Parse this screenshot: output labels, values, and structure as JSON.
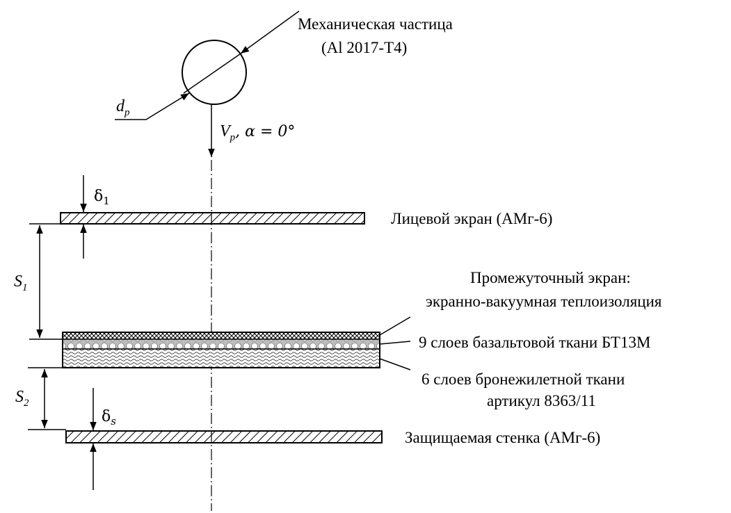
{
  "particle": {
    "title_line1": "Механическая частица",
    "title_line2": "(Al 2017-T4)",
    "diameter_symbol": "d",
    "diameter_sub": "p",
    "velocity_symbol": "V",
    "velocity_sub": "p",
    "velocity_rest": ", α = 0°"
  },
  "front_screen": {
    "label": "Лицевой экран (АМг-6)",
    "thickness_symbol": "δ",
    "thickness_sub": "1"
  },
  "gap1": {
    "symbol": "S",
    "sub": "1"
  },
  "intermediate_screen": {
    "title_line1": "Промежуточный экран:",
    "title_line2": "экранно-вакуумная теплоизоляция",
    "layer_basalt": "9 слоев базальтовой ткани БТ13М",
    "layer_armor_line1": "6 слоев бронежилетной ткани",
    "layer_armor_line2": "артикул 8363/11"
  },
  "gap2": {
    "symbol": "S",
    "sub": "2"
  },
  "protected_wall": {
    "label": "Защищаемая стенка (АМг-6)",
    "thickness_symbol": "δ",
    "thickness_sub": "s"
  }
}
